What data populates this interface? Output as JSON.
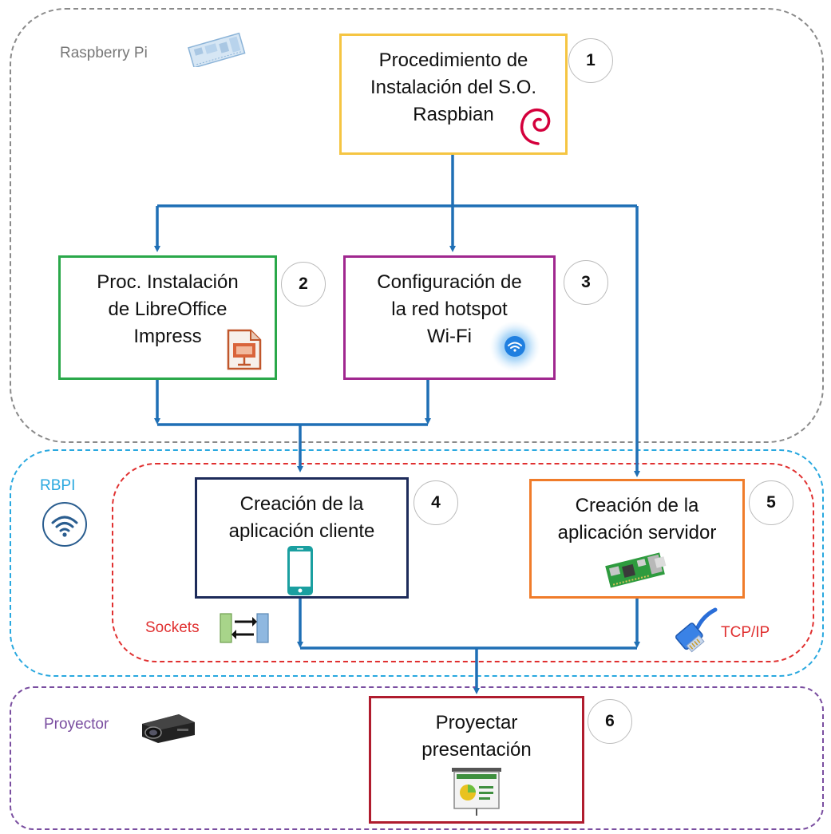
{
  "colors": {
    "flow": "#1f6fb5",
    "raspberry_region": "#8a8a8a",
    "rbpi_region": "#29a8df",
    "sockets_region": "#e03030",
    "proyector_region": "#7a4ea0",
    "box1": "#f5c542",
    "box2": "#2aa84a",
    "box3": "#a0278f",
    "box4": "#1d2b5a",
    "box5": "#f07c2a",
    "box6": "#b01c2e"
  },
  "regions": {
    "raspberry": "Raspberry Pi",
    "rbpi": "RBPI",
    "proyector": "Proyector"
  },
  "steps": [
    {
      "number": "1",
      "text": "Procedimiento de\nInstalación del S.O.\nRaspbian",
      "icon": "debian-swirl-icon"
    },
    {
      "number": "2",
      "text": "Proc. Instalación\nde LibreOffice\nImpress",
      "icon": "libreoffice-impress-icon"
    },
    {
      "number": "3",
      "text": "Configuración de\nla red hotspot\nWi-Fi",
      "icon": "wifi-hotspot-icon"
    },
    {
      "number": "4",
      "text": "Creación de la\naplicación cliente",
      "icon": "smartphone-icon"
    },
    {
      "number": "5",
      "text": "Creación de la\naplicación servidor",
      "icon": "raspberry-board-icon"
    },
    {
      "number": "6",
      "text": "Proyectar\npresentación",
      "icon": "projection-screen-icon"
    }
  ],
  "tags": {
    "sockets": "Sockets",
    "tcpip": "TCP/IP"
  }
}
